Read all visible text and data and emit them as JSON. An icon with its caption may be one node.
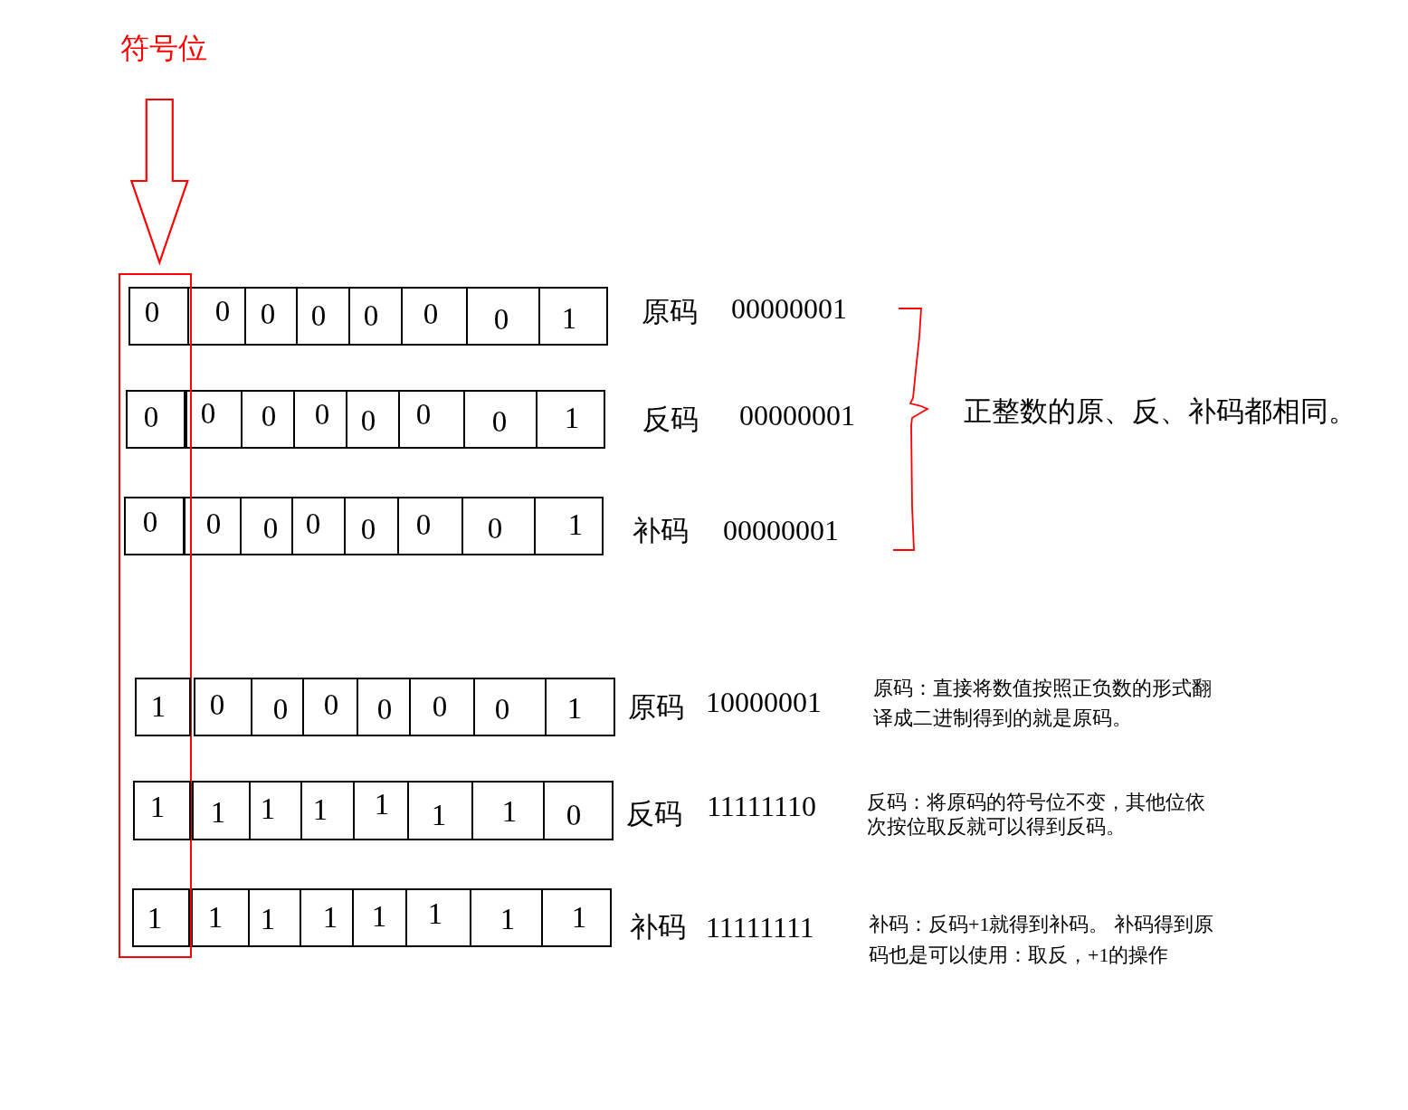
{
  "diagram": {
    "nodes": [
      {
        "text": [
          "符号位"
        ]
      },
      {
        "text": [],
        "shape": "box"
      },
      {
        "text": [
          "0"
        ],
        "in": 1
      },
      {
        "text": [
          "0"
        ]
      },
      {
        "text": [
          "0"
        ]
      },
      {
        "text": [
          "0"
        ]
      },
      {
        "text": [
          "0"
        ]
      },
      {
        "text": [
          "0"
        ]
      },
      {
        "text": [
          "0"
        ]
      },
      {
        "text": [
          "1"
        ]
      },
      {
        "text": [
          "0"
        ],
        "in": 1
      },
      {
        "text": [
          "0"
        ]
      },
      {
        "text": [
          "0"
        ]
      },
      {
        "text": [
          "0"
        ]
      },
      {
        "text": [
          "0"
        ]
      },
      {
        "text": [
          "0"
        ]
      },
      {
        "text": [
          "0"
        ]
      },
      {
        "text": [
          "1"
        ]
      },
      {
        "text": [
          "0"
        ],
        "in": 1
      },
      {
        "text": [
          "0"
        ]
      },
      {
        "text": [
          "0"
        ]
      },
      {
        "text": [
          "0"
        ]
      },
      {
        "text": [
          "0"
        ]
      },
      {
        "text": [
          "0"
        ]
      },
      {
        "text": [
          "0"
        ]
      },
      {
        "text": [
          "1"
        ]
      },
      {
        "text": [
          "1"
        ],
        "in": 1
      },
      {
        "text": [
          "0"
        ]
      },
      {
        "text": [
          "0"
        ]
      },
      {
        "text": [
          "0"
        ]
      },
      {
        "text": [
          "0"
        ]
      },
      {
        "text": [
          "0"
        ]
      },
      {
        "text": [
          "0"
        ]
      },
      {
        "text": [
          "1"
        ]
      },
      {
        "text": [
          "1"
        ],
        "in": 1
      },
      {
        "text": [
          "1"
        ]
      },
      {
        "text": [
          "1"
        ]
      },
      {
        "text": [
          "1"
        ]
      },
      {
        "text": [
          "1"
        ]
      },
      {
        "text": [
          "1"
        ]
      },
      {
        "text": [
          "1"
        ]
      },
      {
        "text": [
          "0"
        ]
      },
      {
        "text": [
          "1"
        ],
        "in": 1
      },
      {
        "text": [
          "1"
        ]
      },
      {
        "text": [
          "1"
        ]
      },
      {
        "text": [
          "1"
        ]
      },
      {
        "text": [
          "1"
        ]
      },
      {
        "text": [
          "1"
        ]
      },
      {
        "text": [
          "1"
        ]
      },
      {
        "text": [
          "1"
        ]
      }
    ],
    "edges": [
      {
        "from": 0,
        "to": 1,
        "arrow": "to",
        "color": "#ff0000"
      }
    ],
    "labels": [
      "原码",
      "00000001",
      "反码",
      "00000001",
      "正整数的原、反、补码都相同。",
      "补码",
      "00000001",
      "原码",
      "10000001",
      "原码：直接将数值按照正负数的形式翻译成二进制得到的就是原码。",
      "反码",
      "11111110",
      "反码：将原码的符号位不变，其他位依次按位取反就可以得到反码。",
      "补码",
      "11111111",
      "补码：反码+1就得到补码。 补码得到原码也是可以使用：取反，+1的操作"
    ]
  }
}
